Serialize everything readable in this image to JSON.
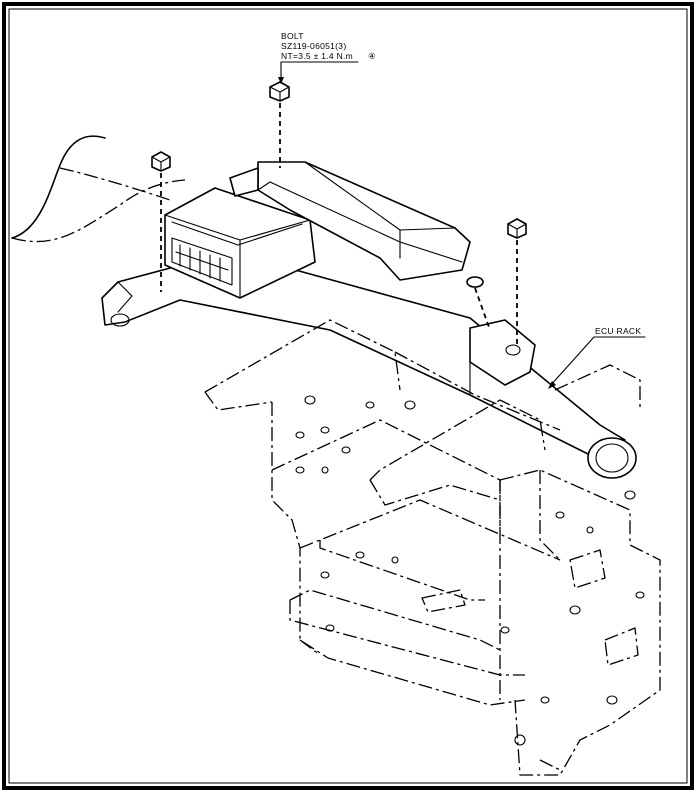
{
  "callouts": {
    "bolt": {
      "name": "BOLT",
      "part_number": "SZ119-06051(3)",
      "torque": "NT=3.5 ± 1.4 N.m",
      "torque_symbol": "④"
    },
    "ecu_rack": {
      "label": "ECU RACK"
    }
  },
  "colors": {
    "line": "#000000",
    "background": "#ffffff"
  }
}
